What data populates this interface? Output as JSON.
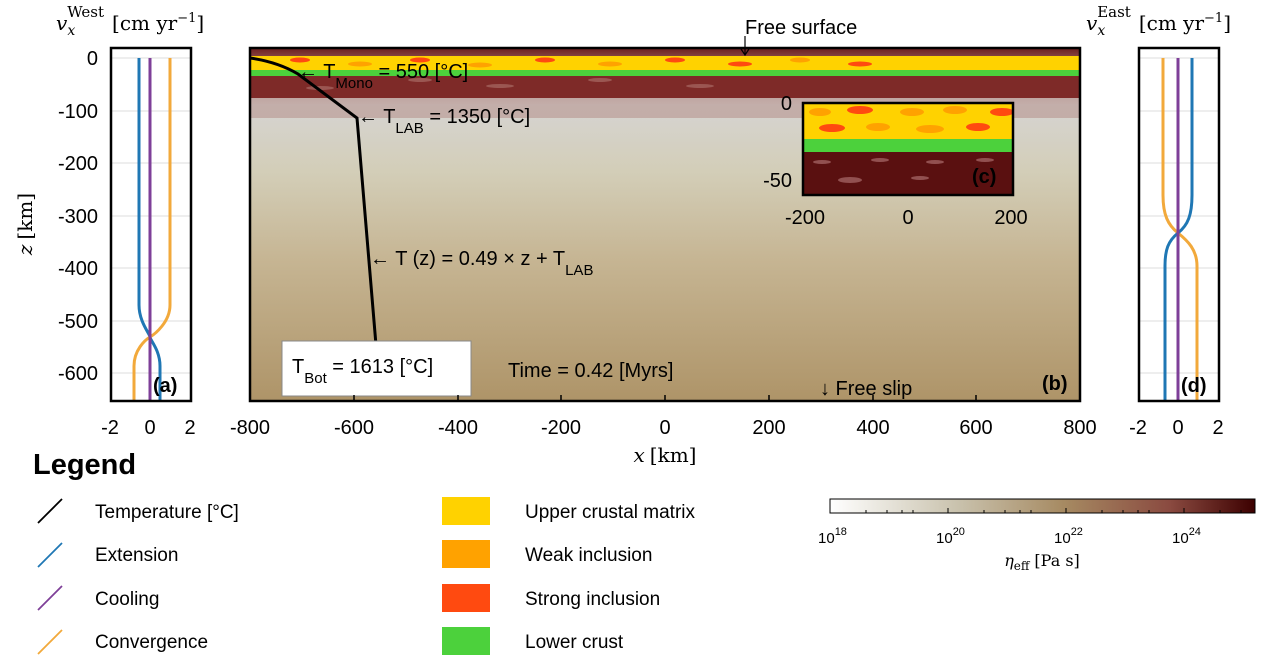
{
  "panels": {
    "a": {
      "tag": "(a)",
      "ylabel_sym": "z",
      "ylabel_unit": "[km]",
      "title_sym": "v",
      "title_sub": "x",
      "title_sup": "West",
      "title_unit": "[cm yr",
      "title_unit_sup": "−1",
      "title_unit_end": "]",
      "yticks": [
        "0",
        "-100",
        "-200",
        "-300",
        "-400",
        "-500",
        "-600"
      ],
      "xticks": [
        "-2",
        "0",
        "2"
      ]
    },
    "b": {
      "tag": "(b)",
      "xlabel_sym": "x",
      "xlabel_unit": "[km]",
      "xticks": [
        "-800",
        "-600",
        "-400",
        "-200",
        "0",
        "200",
        "400",
        "600",
        "800"
      ],
      "free_surface": "Free surface",
      "free_slip": "↓ Free slip",
      "time_label": "Time = 0.42 [Myrs]",
      "t_mono_pre": "← T",
      "t_mono_sub": "Mono",
      "t_mono_post": " = 550 [°C]",
      "t_lab_pre": "← T",
      "t_lab_sub": "LAB",
      "t_lab_post": " = 1350 [°C]",
      "t_z_pre": "← T (z) = 0.49 × z + T",
      "t_z_sub": "LAB",
      "t_bot_pre": "T",
      "t_bot_sub": "Bot",
      "t_bot_post": " = 1613 [°C]"
    },
    "c": {
      "tag": "(c)",
      "yticks": [
        "0",
        "-50"
      ],
      "xticks": [
        "-200",
        "0",
        "200"
      ]
    },
    "d": {
      "tag": "(d)",
      "title_sym": "v",
      "title_sub": "x",
      "title_sup": "East",
      "title_unit": "[cm yr",
      "title_unit_sup": "−1",
      "title_unit_end": "]",
      "xticks": [
        "-2",
        "0",
        "2"
      ]
    }
  },
  "legend": {
    "title": "Legend",
    "lines": [
      {
        "label": "Temperature [°C]",
        "color": "#000000"
      },
      {
        "label": "Extension",
        "color": "#1f77b4"
      },
      {
        "label": "Cooling",
        "color": "#7e3f98"
      },
      {
        "label": "Convergence",
        "color": "#f2a93b"
      }
    ],
    "swatches": [
      {
        "label": "Upper crustal matrix",
        "color": "#ffd200"
      },
      {
        "label": "Weak inclusion",
        "color": "#ffa200"
      },
      {
        "label": "Strong inclusion",
        "color": "#ff4a10"
      },
      {
        "label": "Lower crust",
        "color": "#4cd13c"
      }
    ]
  },
  "colorbar": {
    "ticks": [
      {
        "base": "10",
        "exp": "18"
      },
      {
        "base": "10",
        "exp": "20"
      },
      {
        "base": "10",
        "exp": "22"
      },
      {
        "base": "10",
        "exp": "24"
      }
    ],
    "label_sym": "η",
    "label_sub": "eff",
    "label_unit": "[Pa s]",
    "colors": [
      "#ffffff",
      "#c9c2ad",
      "#a68a62",
      "#8a4a40",
      "#3c0000"
    ]
  }
}
